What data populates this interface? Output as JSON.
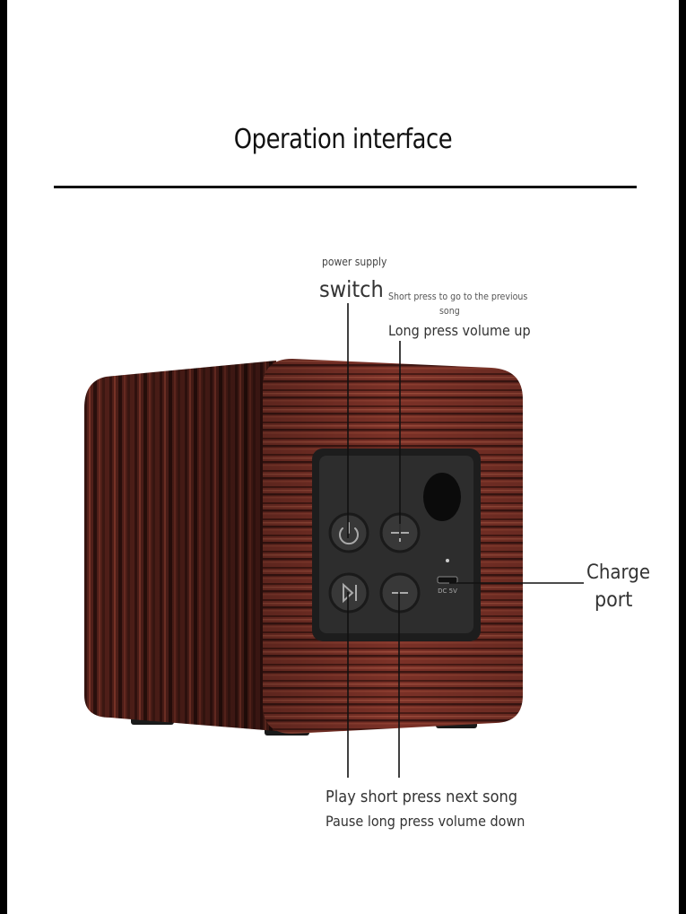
{
  "title": "Operation interface",
  "labels": {
    "power_small": "power supply",
    "power_big": "switch",
    "prev_small_1": "Short press to go to the previous",
    "prev_small_2": "song",
    "volup": "Long press volume up",
    "charge_1": "Charge",
    "charge_2": "port",
    "play_1": "Play short press next song",
    "play_2": "Pause long press volume down"
  },
  "device_text": "DC 5V",
  "icons": [
    "power-icon",
    "plus-icon",
    "play-pause-icon",
    "minus-icon",
    "usb-port-icon"
  ],
  "colors": {
    "wood_light": "#7a2f25",
    "wood_dark": "#3a1712",
    "panel": "#2b2b2b",
    "button": "#3a3a3a"
  }
}
